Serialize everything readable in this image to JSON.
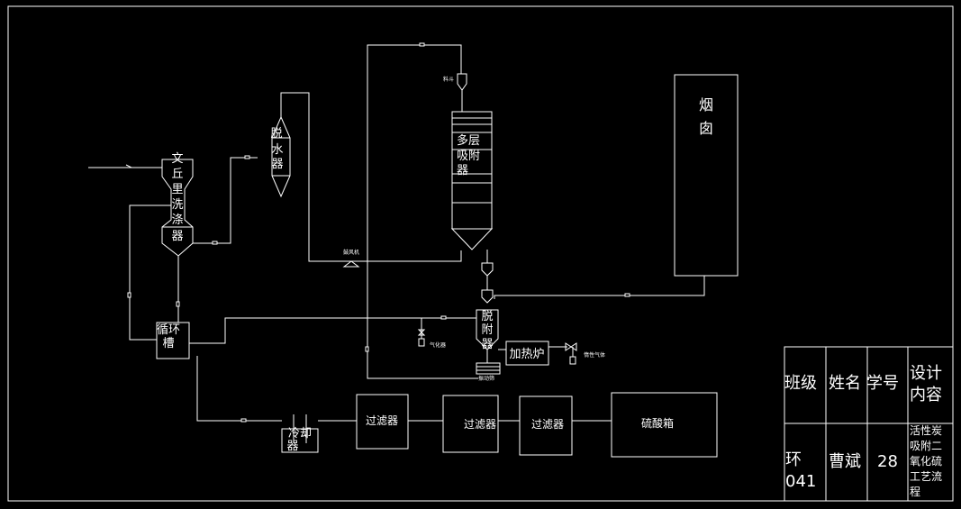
{
  "equipment": {
    "venturi_scrubber": [
      "文",
      "丘",
      "里",
      "洗",
      "涤",
      "器"
    ],
    "dehydrator": [
      "脱",
      "水",
      "器"
    ],
    "multilayer_adsorber": [
      "多层",
      "吸附",
      "器"
    ],
    "chimney": [
      "烟",
      "囱"
    ],
    "desorber": [
      "脱",
      "附",
      "器"
    ],
    "heater": "加热炉",
    "circulation_tank": [
      "循环",
      "槽"
    ],
    "cooler": [
      "冷却",
      "器"
    ],
    "filter_1": "过滤器",
    "filter_2": "过滤器",
    "filter_3": "过滤器",
    "acid_tank": "硫酸箱"
  },
  "labels": {
    "hopper": "料斗",
    "fan": "鼓风机",
    "gasifier": "气化器",
    "vibrating_screen": "振动筛",
    "inert_gas": "惰性气体"
  },
  "title_block": {
    "headers": [
      "班级",
      "姓名",
      "学号",
      "设计内容"
    ],
    "class_value": [
      "环",
      "041"
    ],
    "name_value": "曹斌",
    "id_value": "28",
    "content_value": [
      "活性炭",
      "吸附二",
      "氧化硫",
      "工艺流",
      "程"
    ]
  }
}
